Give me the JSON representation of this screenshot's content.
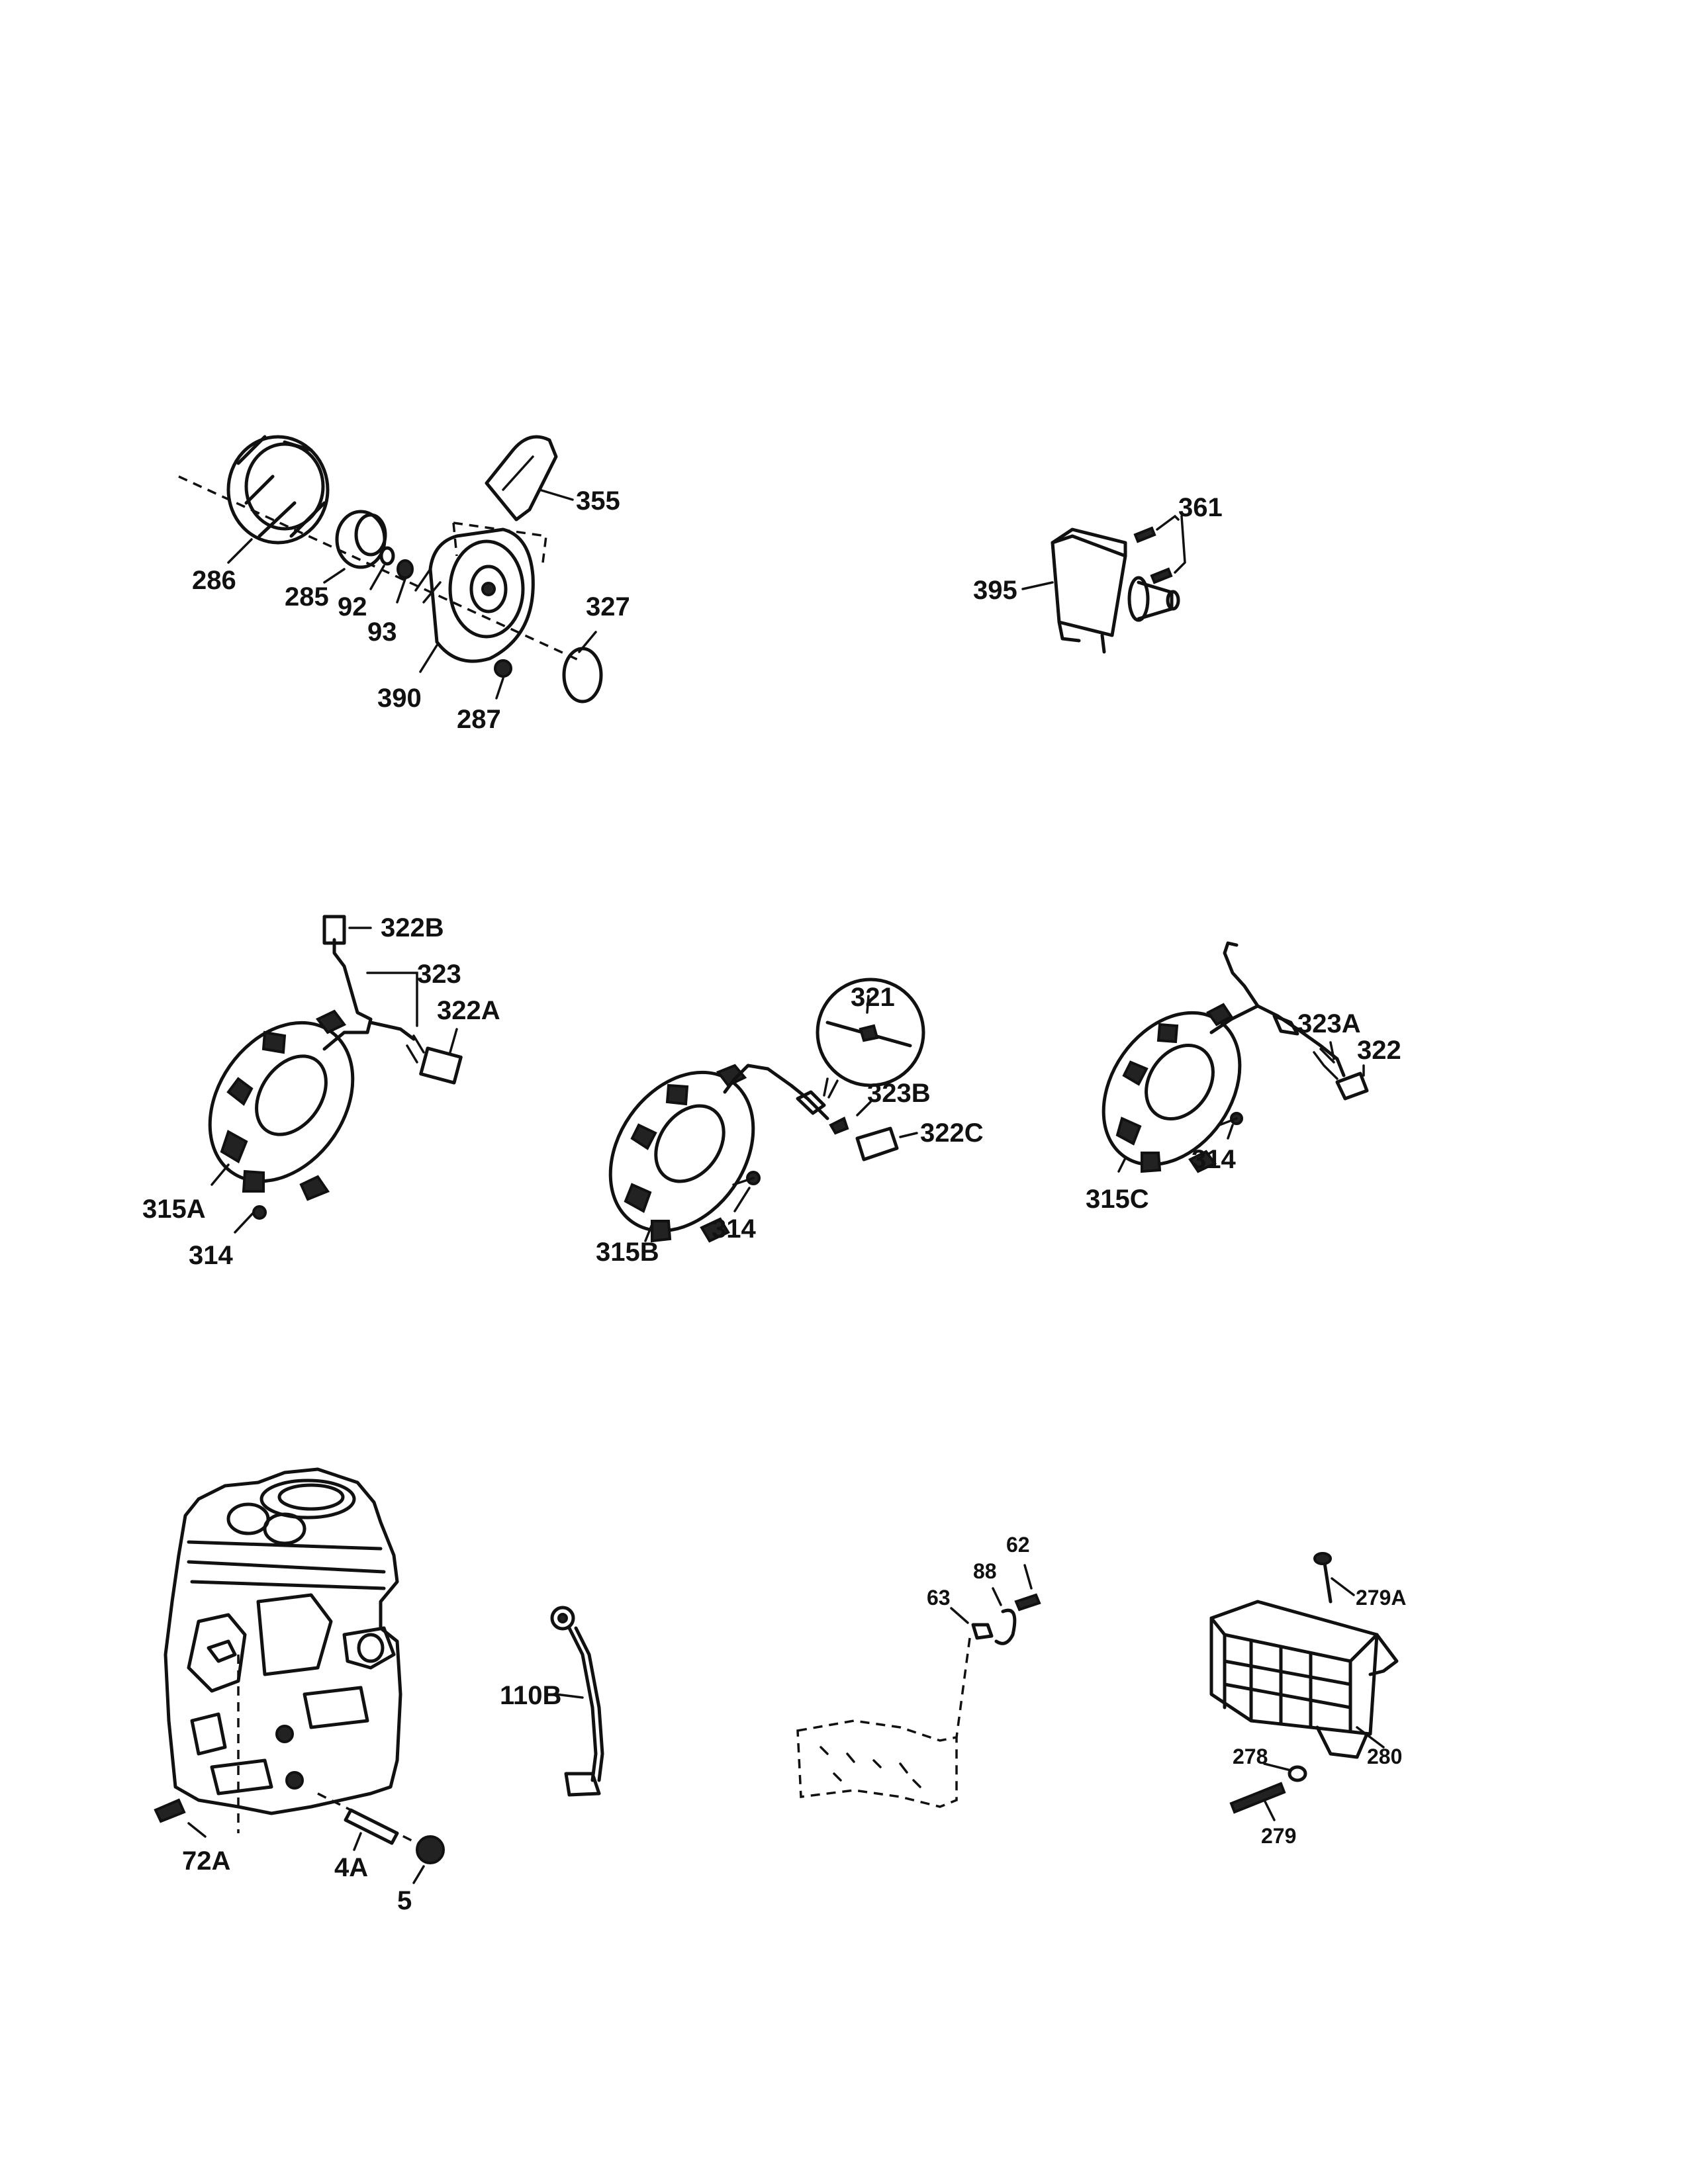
{
  "callouts": {
    "c286": "286",
    "c285": "285",
    "c92": "92",
    "c93": "93",
    "c390": "390",
    "c287": "287",
    "c327": "327",
    "c355": "355",
    "c361": "361",
    "c395": "395",
    "c322B": "322B",
    "c323": "323",
    "c322A": "322A",
    "c315A": "315A",
    "c314a": "314",
    "c321": "321",
    "c323B": "323B",
    "c322C": "322C",
    "c315B": "315B",
    "c314b": "314",
    "c323A": "323A",
    "c322": "322",
    "c314c": "314",
    "c315C": "315C",
    "c72A": "72A",
    "c4A": "4A",
    "c5": "5",
    "c110B": "110B",
    "c62": "62",
    "c88": "88",
    "c63": "63",
    "c279A": "279A",
    "c278": "278",
    "c280": "280",
    "c279": "279"
  }
}
